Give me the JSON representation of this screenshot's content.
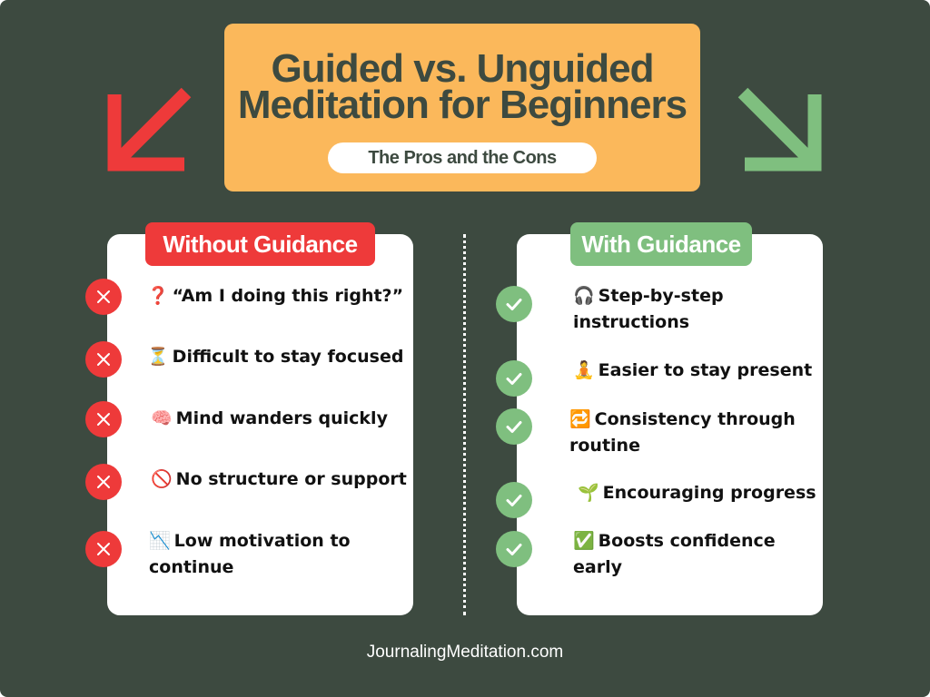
{
  "title": {
    "line1": "Guided vs. Unguided",
    "line2": "Meditation for Beginners",
    "subtitle": "The Pros and the Cons"
  },
  "without_guidance": {
    "header": "Without Guidance",
    "items": [
      {
        "icon": "❓",
        "icon_name": "question-mark-icon",
        "line1": "“Am I doing this right?”",
        "line2": ""
      },
      {
        "icon": "⏳",
        "icon_name": "hourglass-icon",
        "line1": "Difficult to stay focused",
        "line2": ""
      },
      {
        "icon": "🧠",
        "icon_name": "brain-icon",
        "line1": "Mind wanders quickly",
        "line2": ""
      },
      {
        "icon": "🚫",
        "icon_name": "prohibited-icon",
        "line1": "No structure or support",
        "line2": ""
      },
      {
        "icon": "📉",
        "icon_name": "chart-decreasing-icon",
        "line1": "Low motivation to",
        "line2": "continue"
      }
    ]
  },
  "with_guidance": {
    "header": "With Guidance",
    "items": [
      {
        "icon": "🎧",
        "icon_name": "headphones-icon",
        "line1": "Step-by-step",
        "line2": "instructions"
      },
      {
        "icon": "🧘",
        "icon_name": "meditating-person-icon",
        "line1": "Easier to stay present",
        "line2": ""
      },
      {
        "icon": "🔁",
        "icon_name": "repeat-icon",
        "line1": "Consistency through",
        "line2": "routine"
      },
      {
        "icon": "🌱",
        "icon_name": "seedling-icon",
        "line1": "Encouraging progress",
        "line2": ""
      },
      {
        "icon": "✅",
        "icon_name": "check-mark-button-icon",
        "line1": "Boosts confidence",
        "line2": "early"
      }
    ]
  },
  "footer": "JournalingMeditation.com",
  "colors": {
    "background": "#3d4a40",
    "title_box": "#fbb85b",
    "negative": "#ee3a3a",
    "positive": "#7fbf7f",
    "card": "#ffffff"
  }
}
